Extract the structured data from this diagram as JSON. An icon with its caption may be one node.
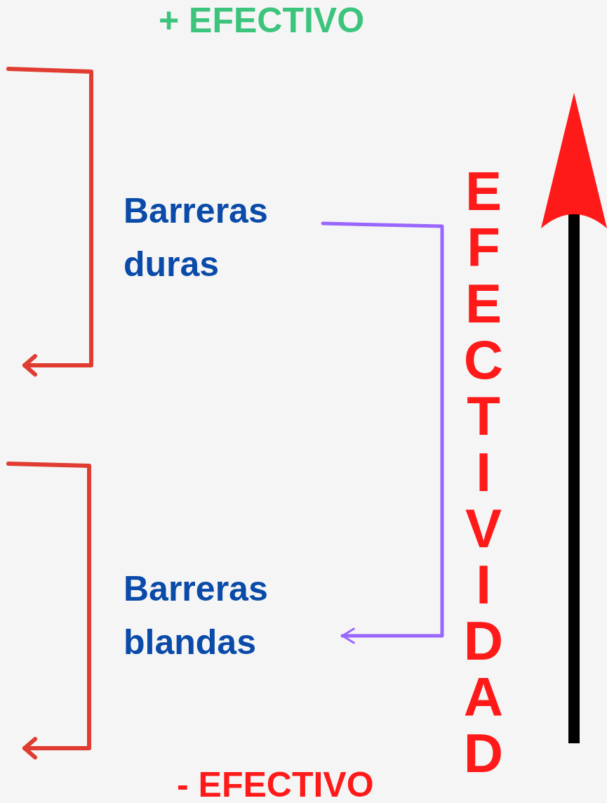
{
  "diagram": {
    "nodes": [
      {
        "text": [
          "Barreras duras"
        ]
      },
      {
        "text": [
          "Barreras blandas"
        ]
      }
    ],
    "edges": [
      {
        "from": 0,
        "to": 1,
        "arrow": "to"
      }
    ],
    "labels": [
      "+ EFECTIVO",
      "EFECTIVIDAD",
      "- EFECTIVO"
    ]
  }
}
